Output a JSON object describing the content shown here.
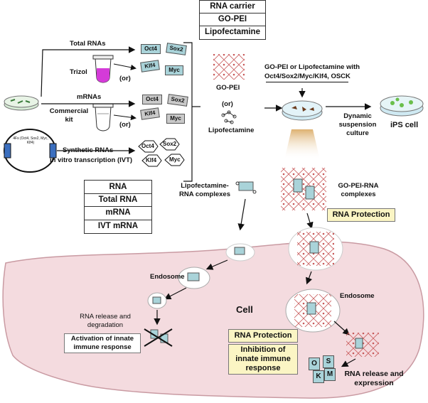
{
  "carrier_table": {
    "header": "RNA carrier",
    "rows": [
      "GO-PEI",
      "Lipofectamine"
    ]
  },
  "rna_table": {
    "header": "RNA",
    "rows": [
      "Total RNA",
      "mRNA",
      "IVT mRNA"
    ]
  },
  "sources": {
    "total_rnas": "Total RNAs",
    "trizol": "Trizol",
    "mrnas": "mRNAs",
    "commercial_kit": "Commercial kit",
    "synthetic_rnas": "Synthetic RNAs",
    "ivt": "in vitro transcription (IVT)",
    "or": "(or)",
    "plasmid_label": "4Fs (Oct4, Sox2, Myc, Klf4)"
  },
  "factors": {
    "oct4": "Oct4",
    "sox2": "Sox2",
    "klf4": "Klf4",
    "myc": "Myc"
  },
  "carriers": {
    "go_pei": "GO-PEI",
    "or": "(or)",
    "lipofectamine": "Lipofectamine"
  },
  "culture": {
    "label": "GO-PEI or Lipofectamine with Oct4/Sox2/Myc/Klf4, OSCK",
    "dynamic": "Dynamic suspension culture",
    "ips": "iPS cell"
  },
  "complexes": {
    "lipo": "Lipofectamine-RNA complexes",
    "gopei": "GO-PEI-RNA complexes",
    "rna_protection": "RNA Protection"
  },
  "cell": {
    "cell_label": "Cell",
    "endosome_left": "Endosome",
    "endosome_right": "Endosome",
    "release_degradation": "RNA release and degradation",
    "activation": "Activation of innate immune response",
    "rna_protection": "RNA Protection",
    "inhibition": "Inhibition of innate immune response",
    "release_expression": "RNA release and expression",
    "letters": [
      "O",
      "K",
      "S",
      "M"
    ]
  },
  "colors": {
    "cell_fill": "#f4dbdf",
    "cell_stroke": "#c99aa2",
    "tag_blue": "#a9d3d9",
    "tag_gray": "#c9c9c9",
    "yellow_box": "#fbf5c4",
    "dish_blue": "#cfe9f2",
    "trizol_magenta": "#d43bd8"
  }
}
